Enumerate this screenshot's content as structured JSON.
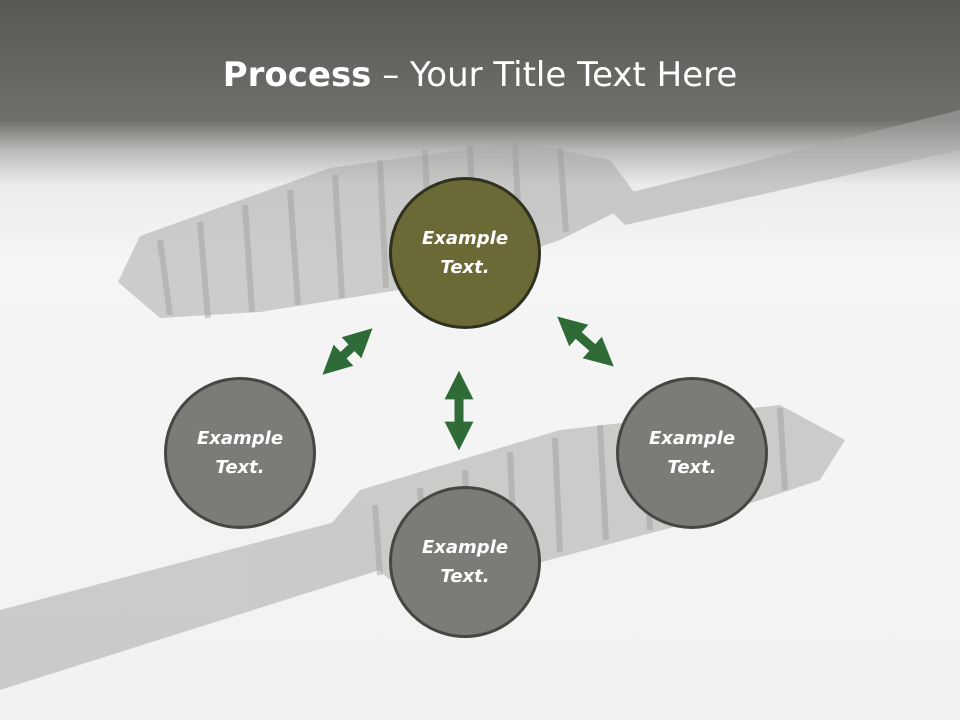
{
  "title": {
    "bold": "Process",
    "rest": " – Your Title Text Here"
  },
  "nodes": {
    "top": "Example Text.",
    "left": "Example Text.",
    "right": "Example Text.",
    "bottom": "Example Text."
  },
  "colors": {
    "center_fill": "#6b6935",
    "outer_fill": "#7b7c77",
    "arrow": "#2e6b36",
    "header": "#575955"
  }
}
